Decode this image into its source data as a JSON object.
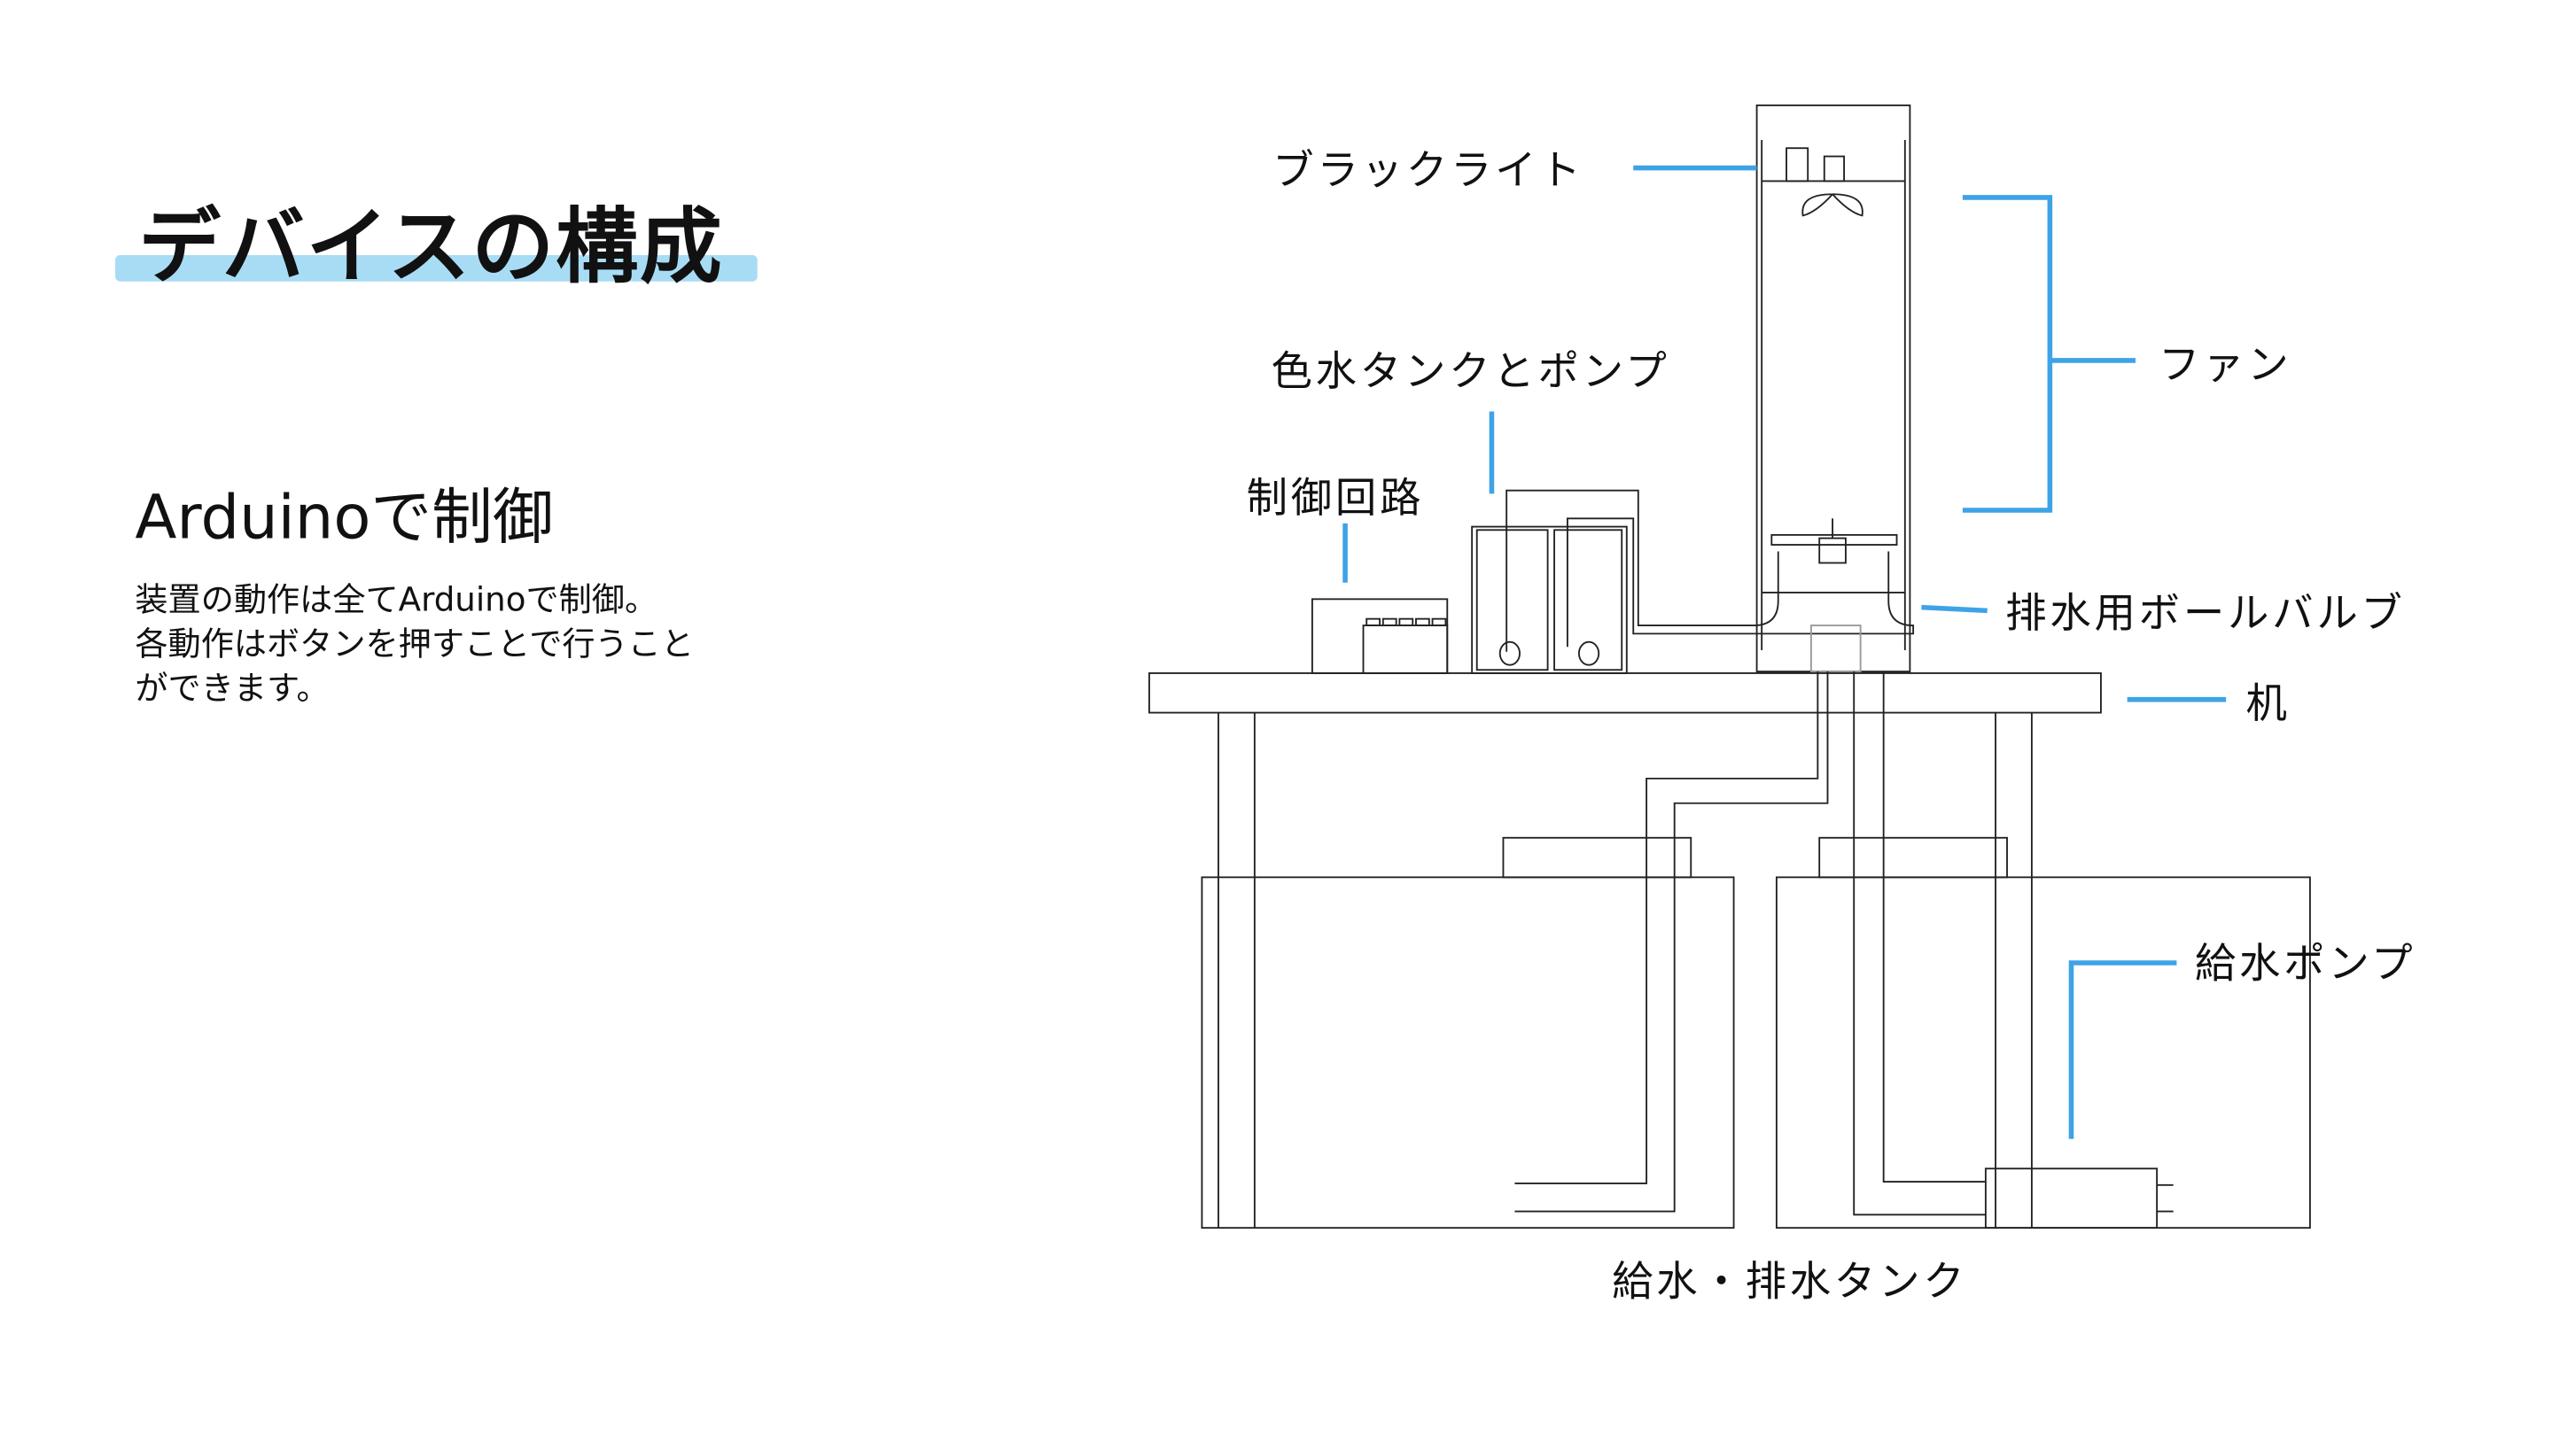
{
  "title": "デバイスの構成",
  "subtitle": "Arduinoで制御",
  "description": [
    "装置の動作は全てArduinoで制御。",
    "各動作はボタンを押すことで行うこと",
    "ができます。"
  ],
  "labels": {
    "blacklight": "ブラックライト",
    "fan": "ファン",
    "color_tank_pump": "色水タンクとポンプ",
    "control_circuit": "制御回路",
    "drain_ball_valve": "排水用ボールバルブ",
    "desk": "机",
    "supply_pump": "給水ポンプ",
    "supply_drain_tank": "給水・排水タンク"
  },
  "colors": {
    "accent": "#3ea3e6",
    "highlight": "#a8dcf5"
  }
}
